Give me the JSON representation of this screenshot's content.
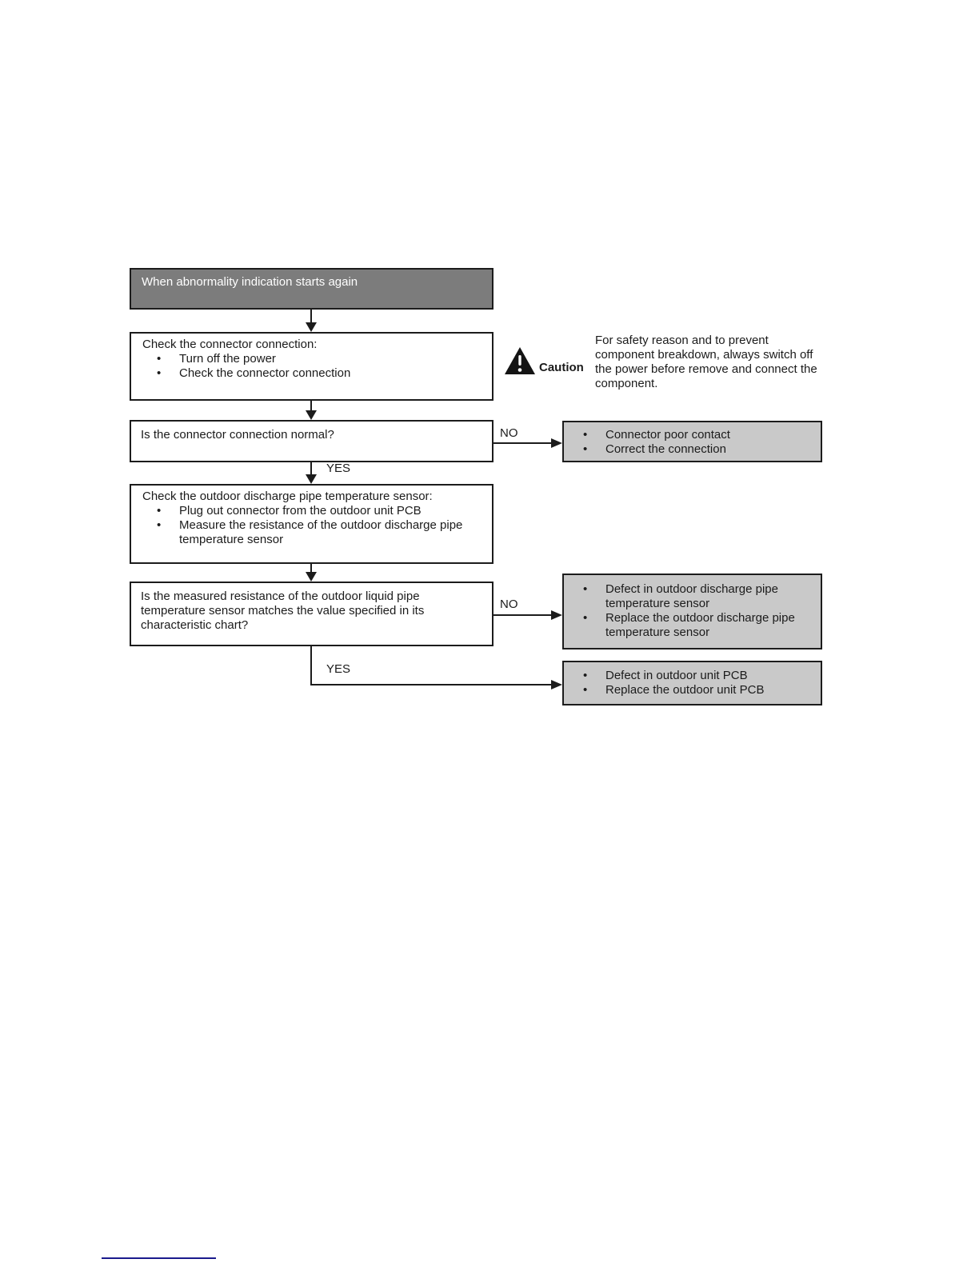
{
  "colors": {
    "header-bg": "#7c7c7c",
    "header-text": "#ffffff",
    "result-bg": "#c9c9c9",
    "line-color": "#1c1c1c",
    "footer-rule": "#1a1a8c"
  },
  "flowchart": {
    "start": {
      "label": "When abnormality indication starts again"
    },
    "labels": {
      "yes": "YES",
      "no": "NO"
    },
    "step1": {
      "title": "Check the connector connection:",
      "bullets": [
        "Turn off the power",
        "Check the connector connection"
      ]
    },
    "caution": {
      "label": "Caution",
      "text": "For safety reason and to prevent component breakdown, always switch off the power before remove and connect the component."
    },
    "question1": {
      "text": "Is the connector connection normal?"
    },
    "result1": {
      "bullets": [
        "Connector poor contact",
        "Correct the connection"
      ]
    },
    "step2": {
      "title": "Check the outdoor discharge pipe temperature sensor:",
      "bullets": [
        "Plug out connector from the outdoor unit PCB",
        "Measure the resistance of the outdoor discharge pipe temperature sensor"
      ]
    },
    "question2": {
      "text": "Is the measured resistance of the outdoor liquid pipe temperature sensor matches the value specified in its characteristic chart?"
    },
    "result2": {
      "bullets": [
        "Defect in outdoor discharge pipe temperature sensor",
        "Replace the outdoor discharge pipe temperature sensor"
      ]
    },
    "result3": {
      "bullets": [
        "Defect in outdoor unit PCB",
        "Replace the outdoor unit PCB"
      ]
    }
  }
}
